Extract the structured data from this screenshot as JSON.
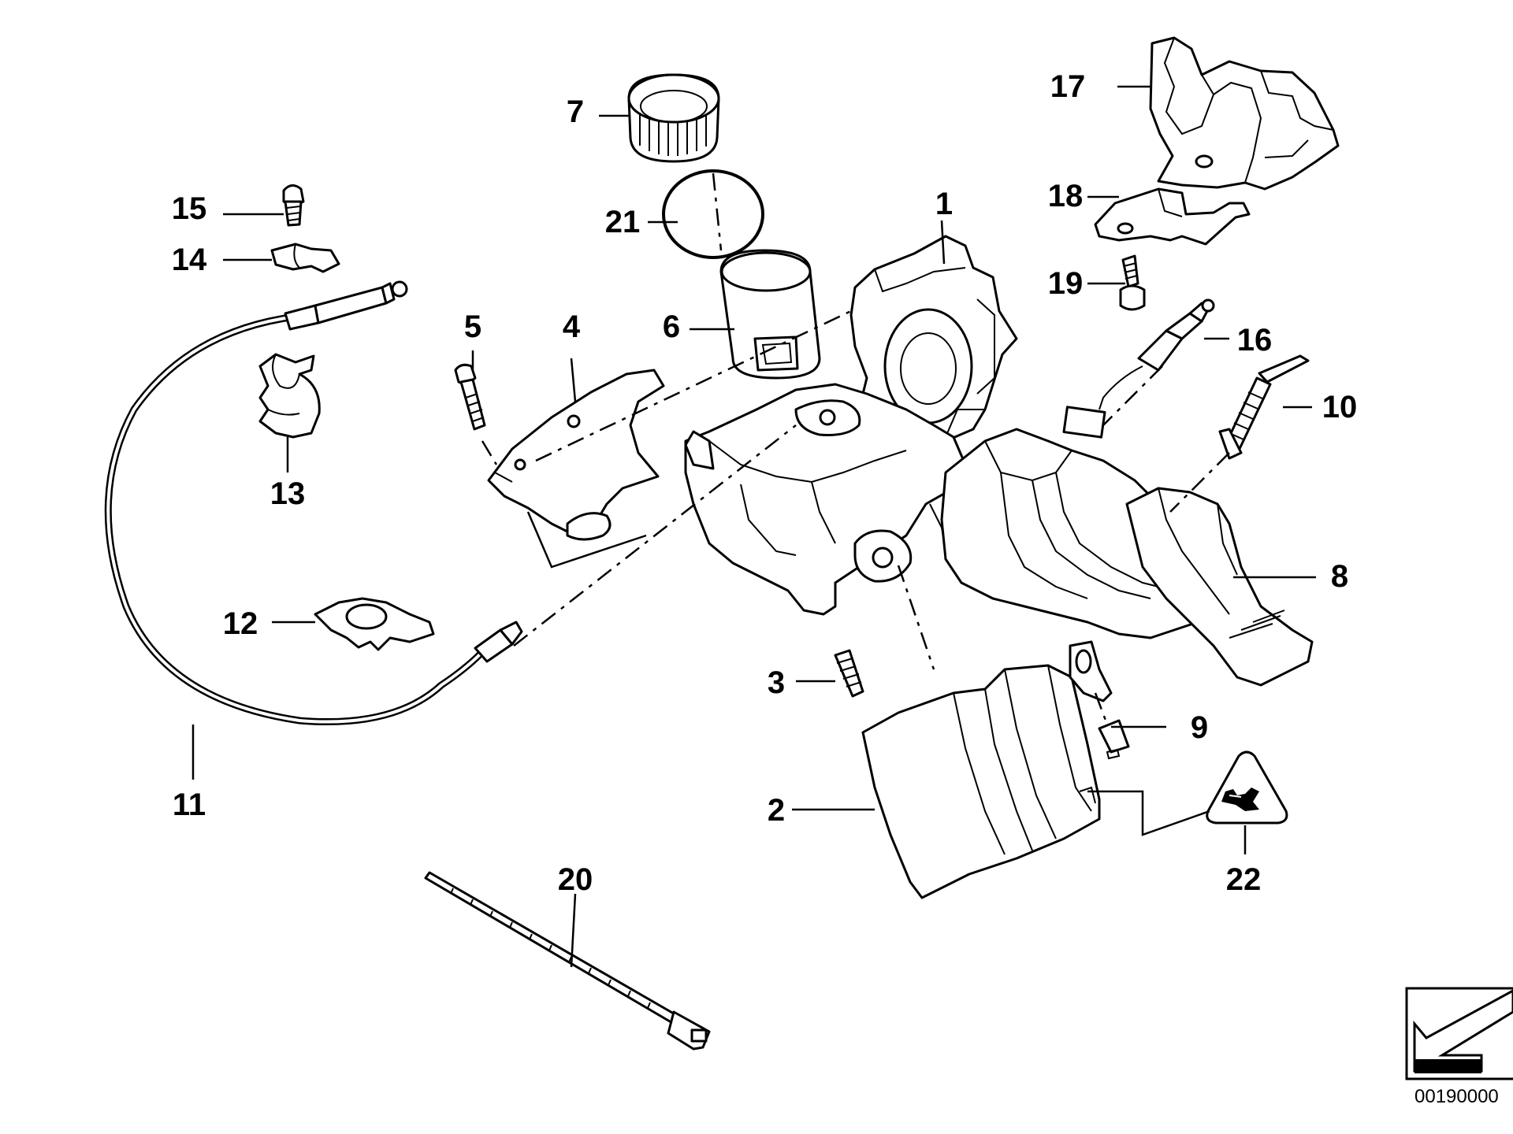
{
  "diagram": {
    "callouts": [
      {
        "id": "1",
        "label": "1"
      },
      {
        "id": "2",
        "label": "2"
      },
      {
        "id": "3",
        "label": "3"
      },
      {
        "id": "4",
        "label": "4"
      },
      {
        "id": "5",
        "label": "5"
      },
      {
        "id": "6",
        "label": "6"
      },
      {
        "id": "7",
        "label": "7"
      },
      {
        "id": "8",
        "label": "8"
      },
      {
        "id": "9",
        "label": "9"
      },
      {
        "id": "10",
        "label": "10"
      },
      {
        "id": "11",
        "label": "11"
      },
      {
        "id": "12",
        "label": "12"
      },
      {
        "id": "13",
        "label": "13"
      },
      {
        "id": "14",
        "label": "14"
      },
      {
        "id": "15",
        "label": "15"
      },
      {
        "id": "16",
        "label": "16"
      },
      {
        "id": "17",
        "label": "17"
      },
      {
        "id": "18",
        "label": "18"
      },
      {
        "id": "19",
        "label": "19"
      },
      {
        "id": "20",
        "label": "20"
      },
      {
        "id": "21",
        "label": "21"
      },
      {
        "id": "22",
        "label": "22"
      }
    ],
    "diagram_code": "00190000"
  }
}
